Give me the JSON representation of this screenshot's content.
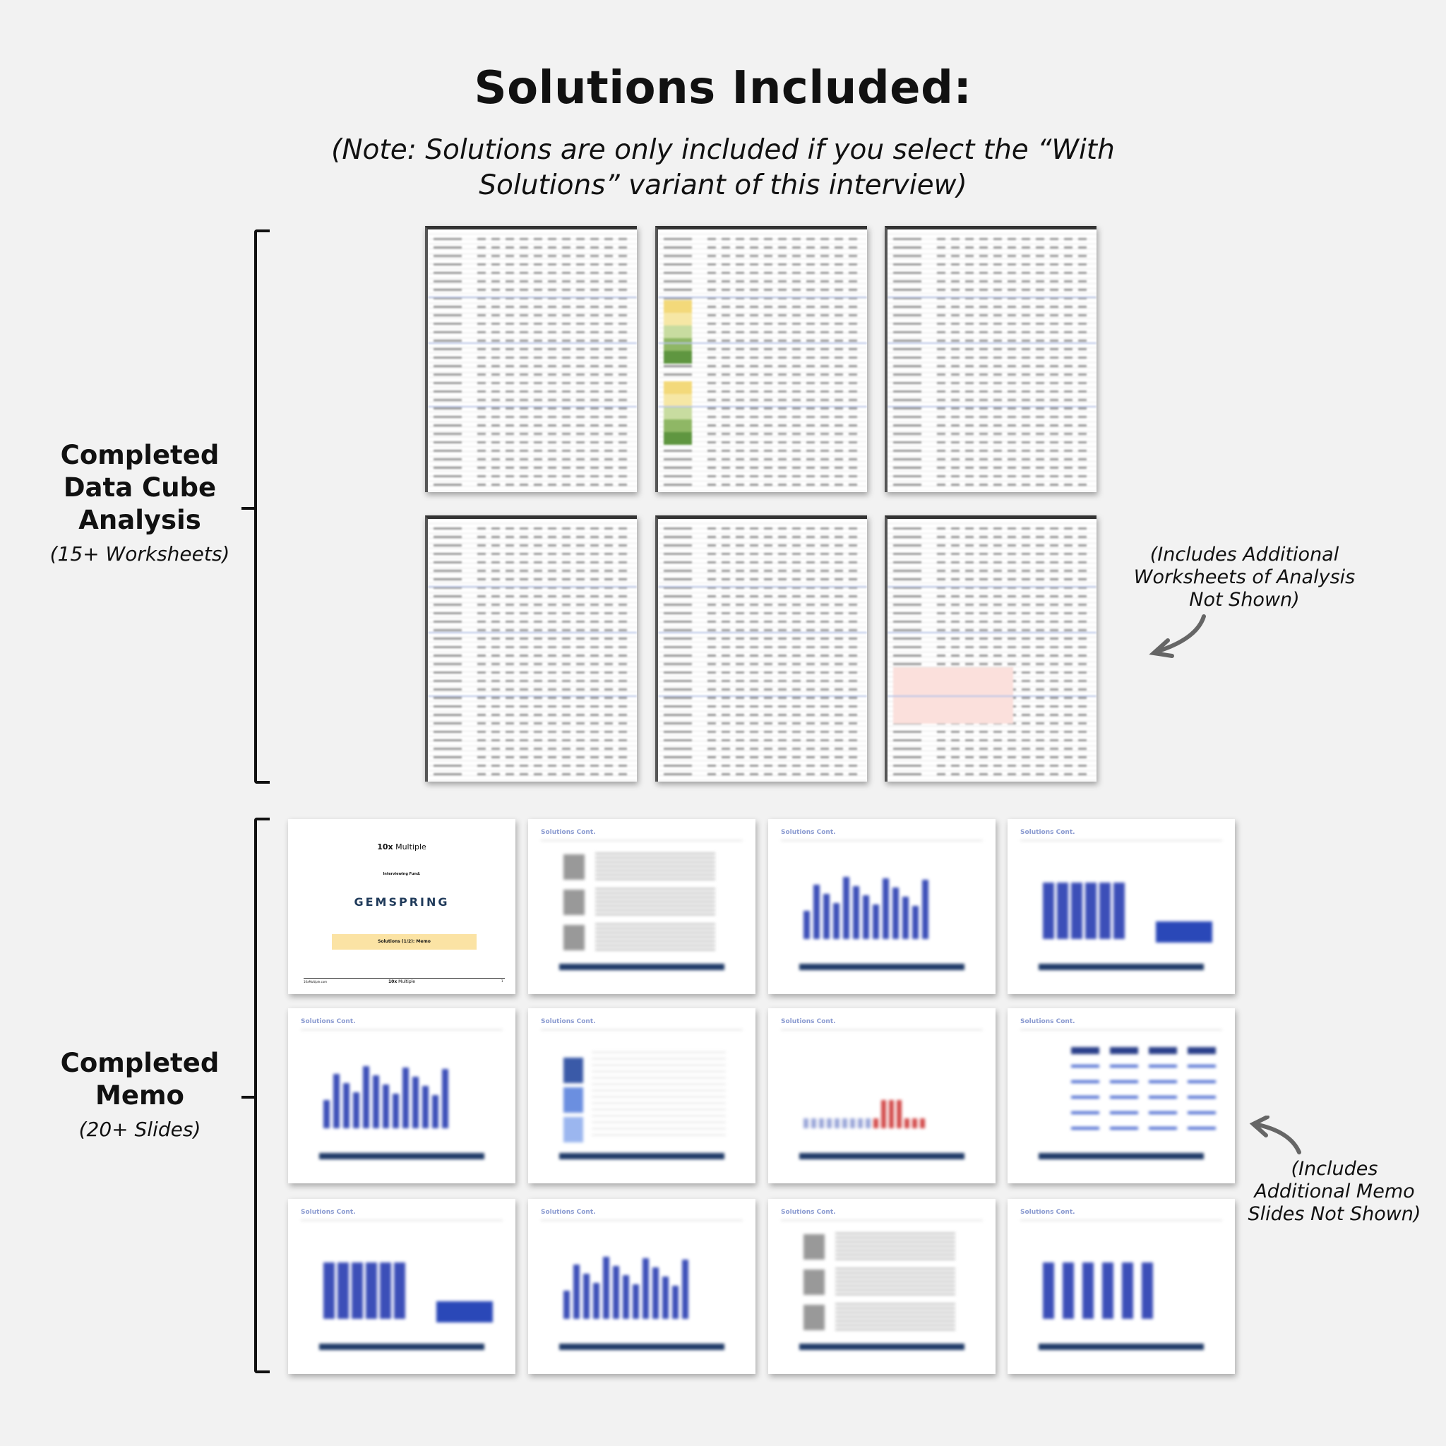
{
  "header": {
    "title": "Solutions Included:",
    "note_line1": "(Note: Solutions are only included if you select the “With",
    "note_line2": "Solutions” variant of this interview)"
  },
  "data_cube": {
    "label_lines": [
      "Completed",
      "Data Cube",
      "Analysis"
    ],
    "count": "(15+ Worksheets)",
    "side_note": [
      "(Includes Additional",
      "Worksheets of Analysis",
      "Not Shown)"
    ],
    "sheets": 6
  },
  "memo": {
    "label_lines": [
      "Completed",
      "Memo"
    ],
    "count": "(20+ Slides)",
    "side_note": [
      "(Includes",
      "Additional Memo",
      "Slides Not Shown)"
    ],
    "cover": {
      "brand_bold": "10x",
      "brand": "Multiple",
      "subtitle": "Interviewing Fund:",
      "fund": "GEMSPRING",
      "banner": "Solutions (1/2): Memo",
      "footer_left": "10xMultiple.com",
      "footer_page": "1"
    },
    "slide_title": "Solutions Cont.",
    "slide_types": [
      "text",
      "bars",
      "tallbars",
      "bars",
      "table",
      "redbars",
      "grid",
      "tallbars",
      "bars",
      "text",
      "stacked"
    ]
  },
  "colors": {
    "navy": "#1f3a68",
    "bar": "#3c4fb8",
    "highlight": "#fbe3a4"
  }
}
